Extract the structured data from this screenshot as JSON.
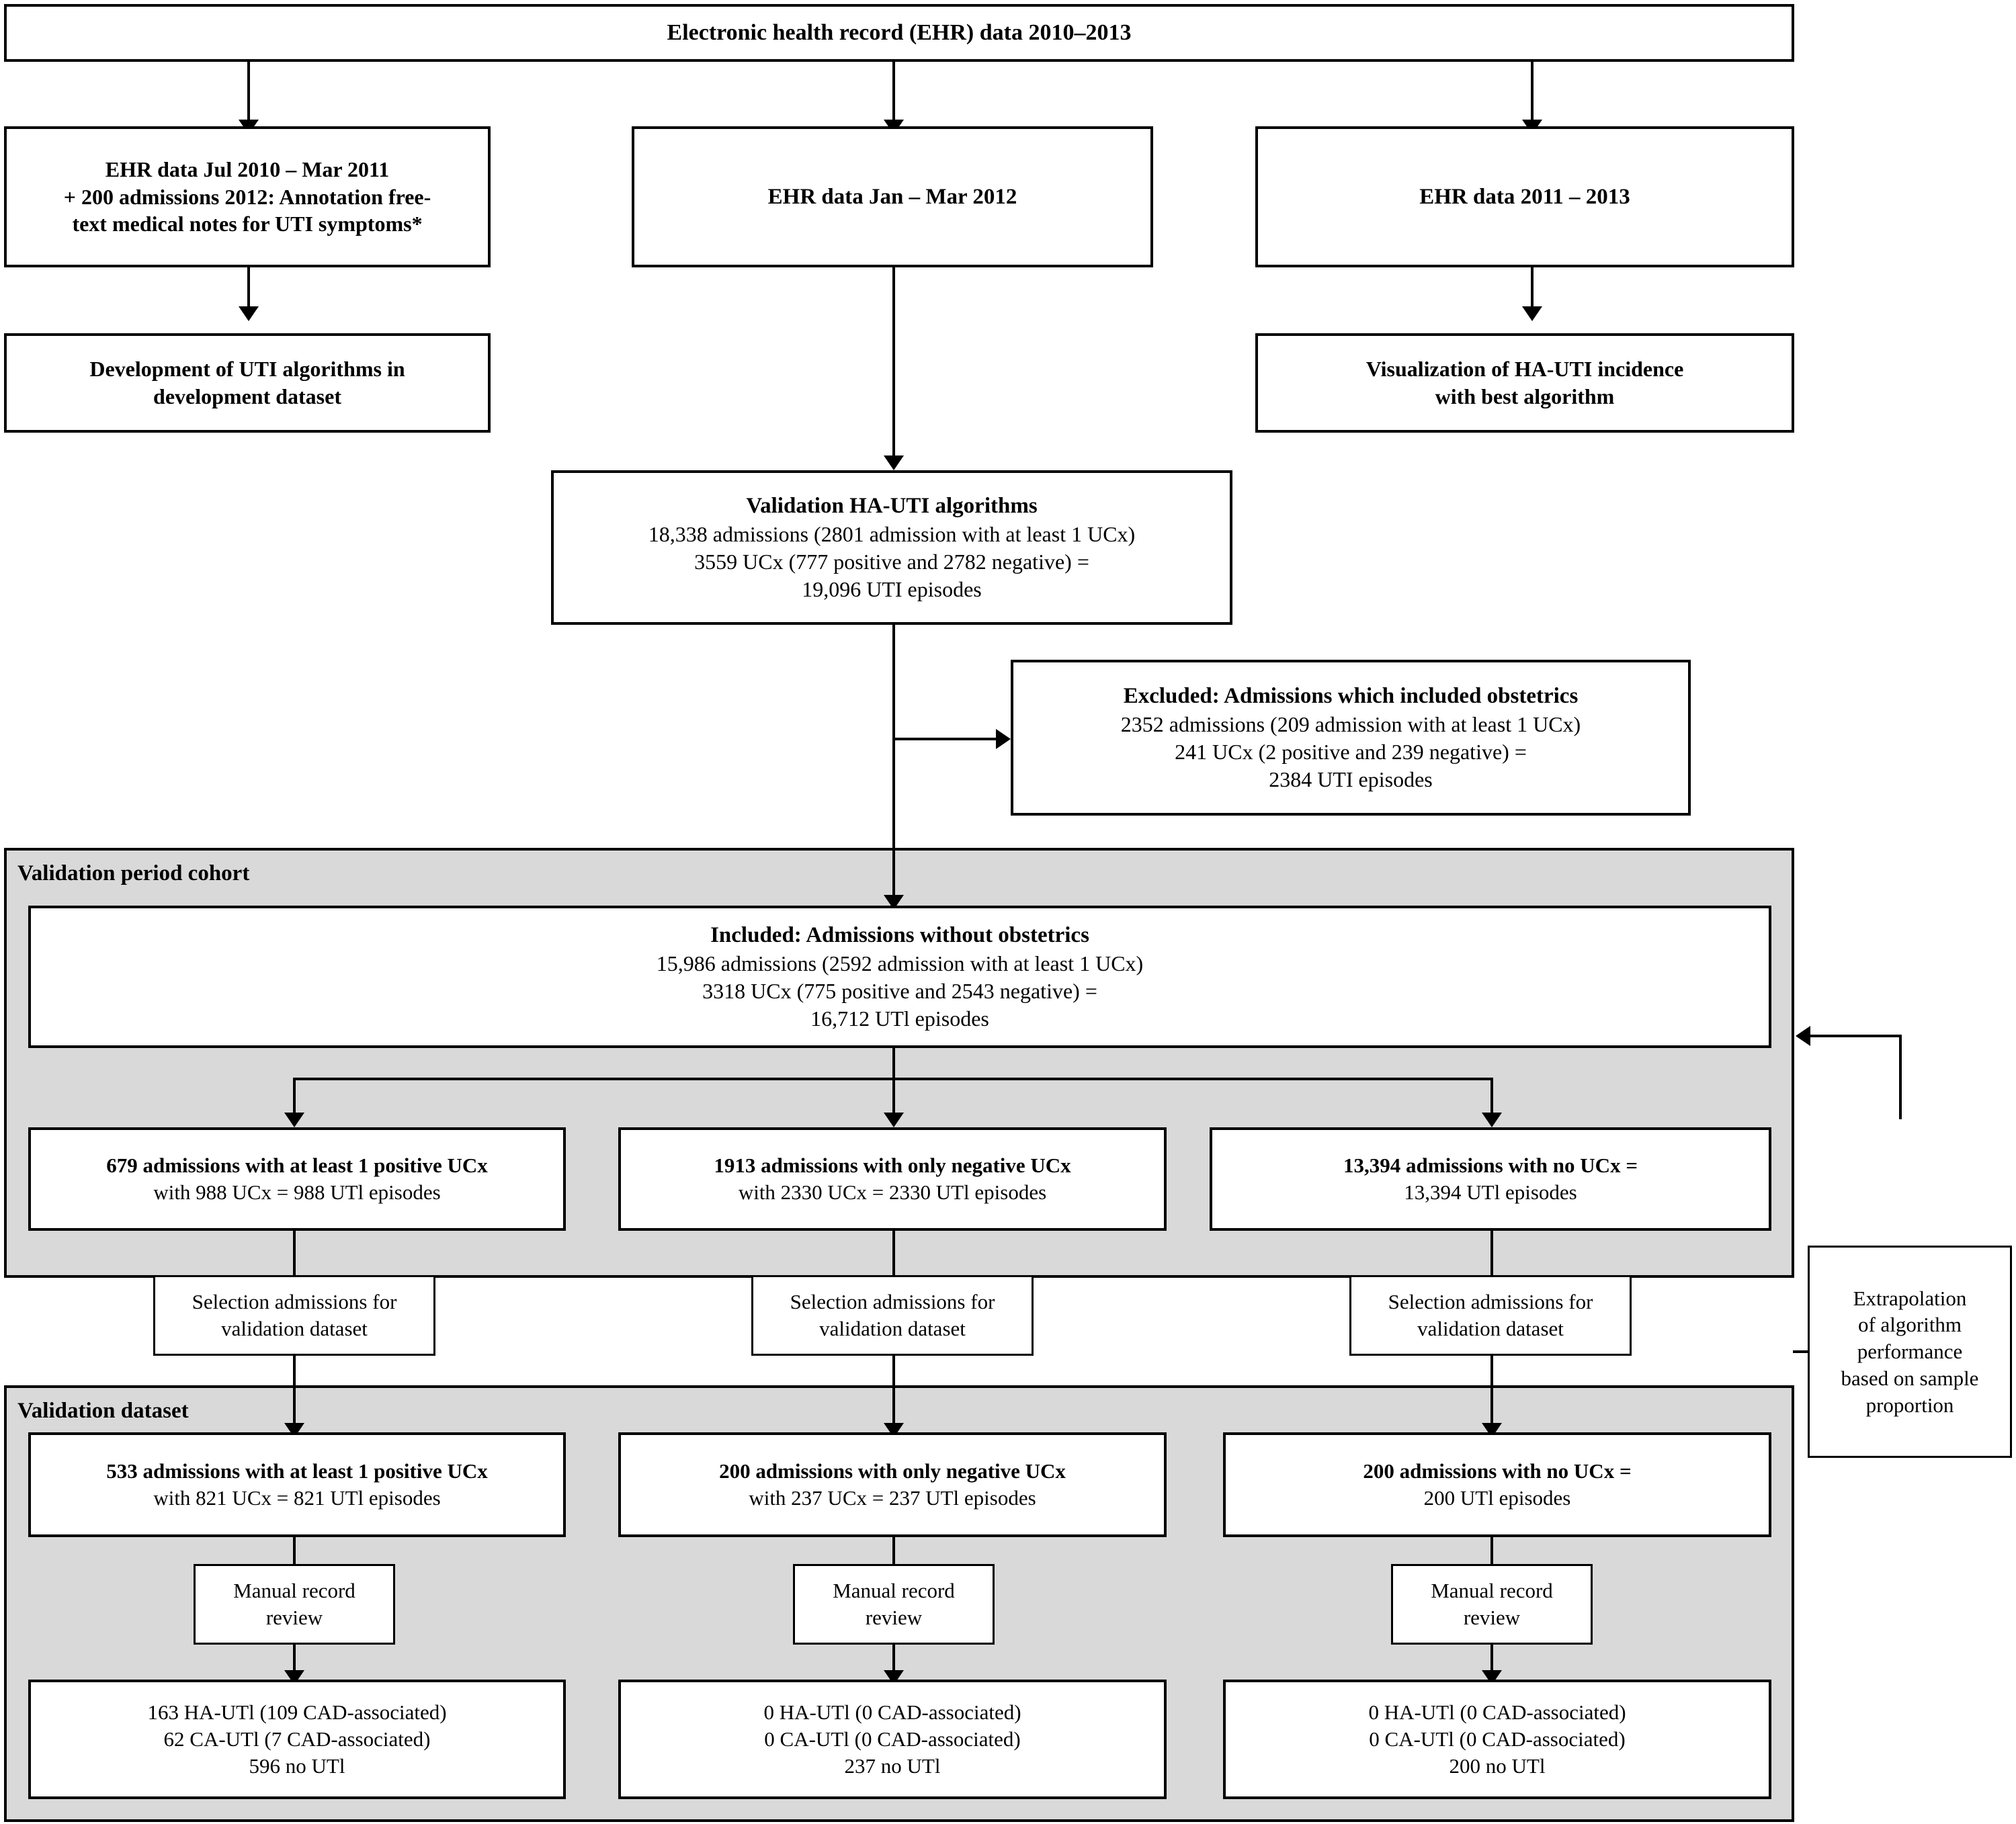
{
  "diagram": {
    "title": "Electronic health record (EHR) data 2010–2013",
    "type": "flowchart"
  },
  "nodes": {
    "root": {
      "lines": [
        "Electronic health record (EHR) data 2010–2013"
      ],
      "bold": [
        true
      ]
    },
    "dev_source": {
      "lines": [
        "EHR data Jul 2010 – Mar 2011",
        "+ 200 admissions 2012: Annotation free-",
        "text medical notes for UTI symptoms*"
      ],
      "bold": [
        true,
        true,
        true
      ]
    },
    "val_source": {
      "lines": [
        "EHR data Jan – Mar 2012"
      ],
      "bold": [
        true
      ]
    },
    "viz_source": {
      "lines": [
        "EHR data 2011 – 2013"
      ],
      "bold": [
        true
      ]
    },
    "dev_outcome": {
      "lines": [
        "Development of UTI algorithms in",
        "development dataset"
      ],
      "bold": [
        true,
        true
      ]
    },
    "viz_outcome": {
      "lines": [
        "Visualization of HA-UTI incidence",
        "with best algorithm"
      ],
      "bold": [
        true,
        true
      ]
    },
    "validation_algorithms": {
      "lines": [
        "Validation HA-UTI algorithms",
        "18,338 admissions (2801 admission with at least 1 UCx)",
        "3559 UCx (777 positive and 2782 negative) =",
        "19,096 UTI episodes"
      ],
      "bold": [
        true,
        false,
        false,
        false
      ]
    },
    "excluded": {
      "lines": [
        "Excluded: Admissions which included obstetrics",
        "2352 admissions (209 admission with at least 1 UCx)",
        "241 UCx (2 positive and 239 negative) =",
        "2384 UTI episodes"
      ],
      "bold": [
        true,
        false,
        false,
        false
      ]
    },
    "included": {
      "lines": [
        "Included: Admissions without obstetrics",
        "15,986 admissions (2592 admission with at least 1 UCx)",
        "3318 UCx (775 positive and 2543 negative) =",
        "16,712 UTl episodes"
      ],
      "bold": [
        true,
        false,
        false,
        false
      ]
    },
    "cohort_positive": {
      "lines": [
        "679 admissions with at least 1 positive UCx",
        "with 988 UCx = 988 UTl episodes"
      ],
      "bold": [
        true,
        false
      ]
    },
    "cohort_negative": {
      "lines": [
        "1913 admissions with only negative UCx",
        "with 2330 UCx = 2330 UTl episodes"
      ],
      "bold": [
        true,
        false
      ]
    },
    "cohort_nouc": {
      "lines": [
        "13,394 admissions with no UCx =",
        "13,394 UTl episodes"
      ],
      "bold": [
        true,
        false
      ]
    },
    "selection_1": {
      "lines": [
        "Selection admissions for",
        "validation dataset"
      ],
      "bold": [
        false,
        false
      ]
    },
    "selection_2": {
      "lines": [
        "Selection admissions for",
        "validation dataset"
      ],
      "bold": [
        false,
        false
      ]
    },
    "selection_3": {
      "lines": [
        "Selection admissions for",
        "validation dataset"
      ],
      "bold": [
        false,
        false
      ]
    },
    "dataset_positive": {
      "lines": [
        "533 admissions with at least 1 positive UCx",
        "with 821 UCx = 821 UTl episodes"
      ],
      "bold": [
        true,
        false
      ]
    },
    "dataset_negative": {
      "lines": [
        "200 admissions with only negative UCx",
        "with 237 UCx = 237 UTl episodes"
      ],
      "bold": [
        true,
        false
      ]
    },
    "dataset_nouc": {
      "lines": [
        "200 admissions with no UCx =",
        "200 UTl episodes"
      ],
      "bold": [
        true,
        false
      ]
    },
    "review_1": {
      "lines": [
        "Manual record",
        "review"
      ],
      "bold": [
        false,
        false
      ]
    },
    "review_2": {
      "lines": [
        "Manual record",
        "review"
      ],
      "bold": [
        false,
        false
      ]
    },
    "review_3": {
      "lines": [
        "Manual record",
        "review"
      ],
      "bold": [
        false,
        false
      ]
    },
    "result_1": {
      "lines": [
        "163 HA-UTl (109 CAD-associated)",
        "62 CA-UTl (7 CAD-associated)",
        "596 no UTl"
      ],
      "bold": [
        false,
        false,
        false
      ]
    },
    "result_2": {
      "lines": [
        "0 HA-UTl (0 CAD-associated)",
        "0 CA-UTl (0 CAD-associated)",
        "237 no UTl"
      ],
      "bold": [
        false,
        false,
        false
      ]
    },
    "result_3": {
      "lines": [
        "0 HA-UTl (0 CAD-associated)",
        "0 CA-UTl (0 CAD-associated)",
        "200 no UTl"
      ],
      "bold": [
        false,
        false,
        false
      ]
    },
    "extrapolation": {
      "lines": [
        "Extrapolation",
        "of algorithm",
        "performance",
        "based on sample",
        "proportion"
      ],
      "bold": [
        false,
        false,
        false,
        false,
        false
      ]
    }
  },
  "panels": {
    "validation_period_cohort": {
      "title": "Validation period cohort"
    },
    "validation_dataset": {
      "title": "Validation dataset"
    }
  },
  "colors": {
    "panel_fill": "#d9d9d9",
    "stroke": "#000000",
    "box_fill": "#ffffff"
  }
}
